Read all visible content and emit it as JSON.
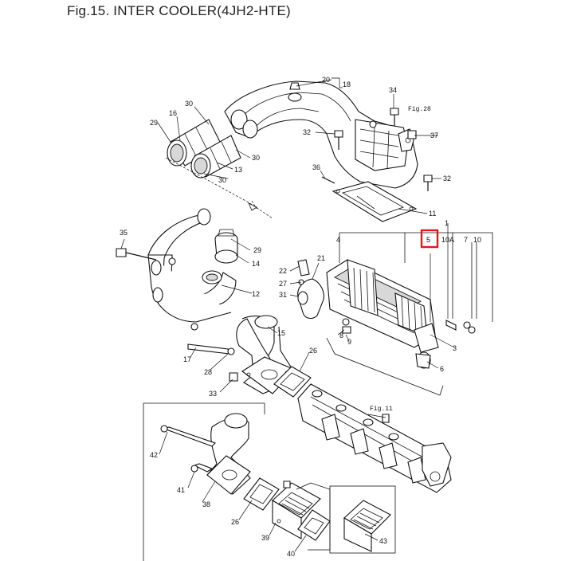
{
  "title": "Fig.15.  INTER COOLER(4JH2-HTE)",
  "callouts": {
    "n1": "1",
    "n3": "3",
    "n4": "4",
    "n5": "5",
    "n6": "6",
    "n7": "7",
    "n8": "8",
    "n9": "9",
    "n10": "10",
    "n10A": "10A",
    "n11": "11",
    "n12": "12",
    "n13": "13",
    "n14": "14",
    "n15": "15",
    "n16": "16",
    "n17": "17",
    "n18": "18",
    "n20": "20",
    "n21": "21",
    "n22": "22",
    "n26a": "26",
    "n26b": "26",
    "n27": "27",
    "n28": "28",
    "n29a": "29",
    "n29b": "29",
    "n30a": "30",
    "n30b": "30",
    "n30c": "30",
    "n31": "31",
    "n32a": "32",
    "n32b": "32",
    "n33": "33",
    "n34": "34",
    "n35": "35",
    "n36": "36",
    "n37": "37",
    "n38": "38",
    "n39": "39",
    "n40": "40",
    "n41": "41",
    "n42": "42",
    "n43": "43"
  },
  "figure_refs": {
    "fig28": "Fig.28",
    "fig11": "Fig.11"
  },
  "highlighted_part": "5",
  "highlight_color": "#e8141c"
}
